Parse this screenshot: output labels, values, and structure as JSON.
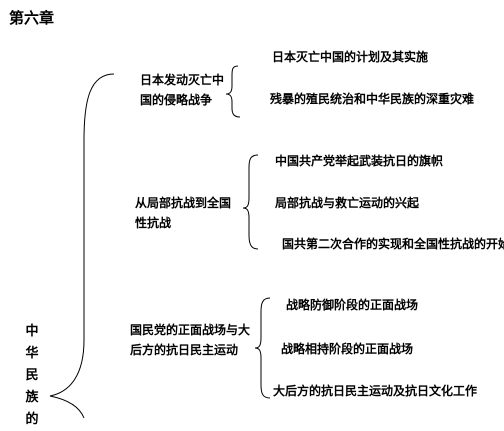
{
  "chapter": "第六章",
  "root_chars": [
    "中",
    "华",
    "民",
    "族",
    "的"
  ],
  "groups": [
    {
      "title_lines": [
        "日本发动灭亡中",
        "国的侵略战争"
      ],
      "items": [
        "日本灭亡中国的计划及其实施",
        "残暴的殖民统治和中华民族的深重灾难"
      ]
    },
    {
      "title_lines": [
        "从局部抗战到全国",
        "性抗战"
      ],
      "items": [
        "中国共产党举起武装抗日的旗帜",
        "局部抗战与救亡运动的兴起",
        "国共第二次合作的实现和全国性抗战的开始"
      ]
    },
    {
      "title_lines": [
        "国民党的正面战场与大",
        "后方的抗日民主运动"
      ],
      "items": [
        "战略防御阶段的正面战场",
        "战略相持阶段的正面战场",
        "大后方的抗日民主运动及抗日文化工作"
      ]
    }
  ]
}
